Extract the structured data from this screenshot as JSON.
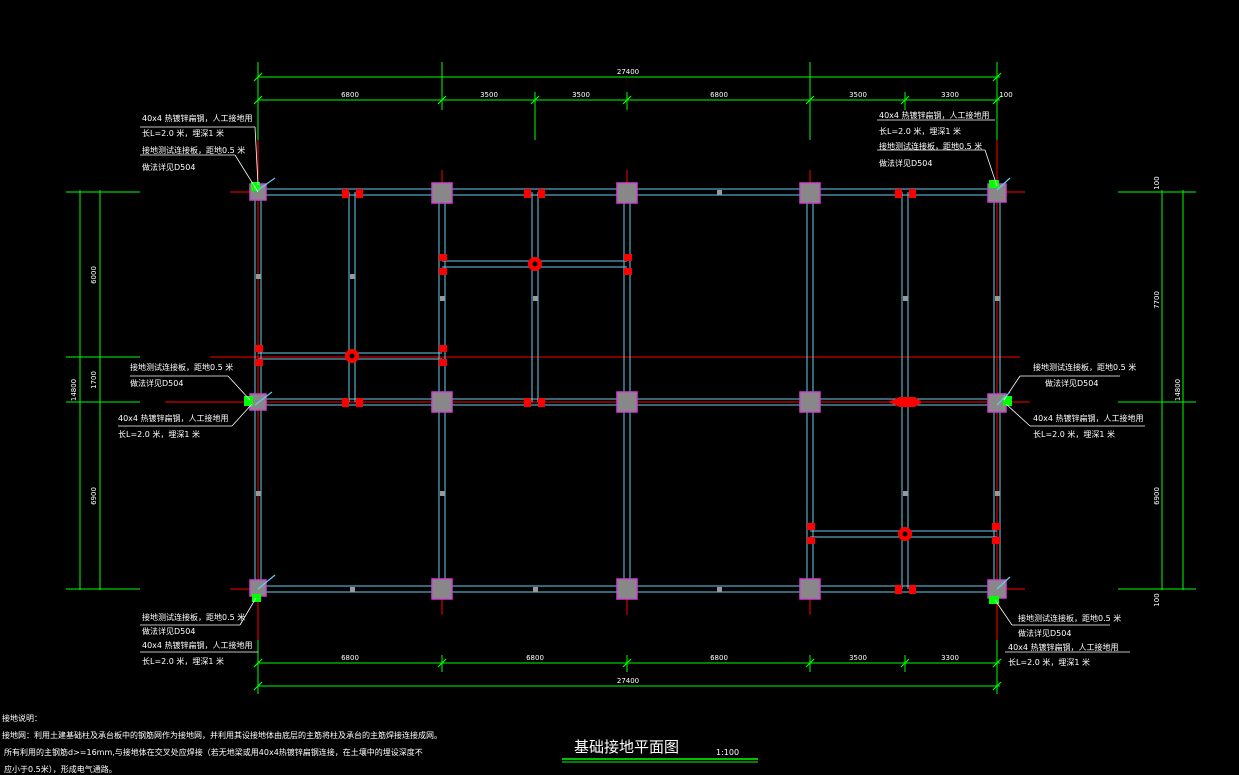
{
  "drawing": {
    "title": "基础接地平面图",
    "scale": "1:100",
    "colors": {
      "background": "#000000",
      "dimension_line": "#00ff00",
      "beam": "#66ccee",
      "axis_line": "#ff0000",
      "column_fill": "#888888",
      "column_border": "#cc44cc",
      "weld_point": "#ff0000",
      "ground_terminal": "#00ff00",
      "text": "#ffffff"
    }
  },
  "dimensions": {
    "top_total": "27400",
    "top_segments": [
      "6800",
      "3500",
      "3500",
      "6800",
      "3500",
      "3300"
    ],
    "top_right_small": "100",
    "bottom_total": "27400",
    "bottom_segments": [
      "6800",
      "6800",
      "6800",
      "3500",
      "3300"
    ],
    "left_total": "14800",
    "left_segments": [
      "6000",
      "1700",
      "6900"
    ],
    "right_total": "14800",
    "right_segments": [
      "7700",
      "6900"
    ],
    "right_small_top": "100",
    "right_small_bottom": "100"
  },
  "annotations": {
    "tl_line1": "40x4  热镀锌扁钢，人工接地用",
    "tl_line2": "长L=2.0  米，埋深1 米",
    "tl_line3": "接地测试连接板，距地0.5 米",
    "tl_line4": "做法详见D504",
    "tr_line1": "40x4  热镀锌扁钢，人工接地用",
    "tr_line2": "长L=2.0  米，埋深1 米",
    "tr_line3": "接地测试连接板，距地0.5 米",
    "tr_line4": "做法详见D504",
    "ml_line1": "接地测试连接板，距地0.5 米",
    "ml_line2": "做法详见D504",
    "ml_line3": "40x4  热镀锌扁钢，人工接地用",
    "ml_line4": "长L=2.0  米，埋深1 米",
    "mr_line1": "接地测试连接板，距地0.5 米",
    "mr_line2": "做法详见D504",
    "mr_line3": "40x4  热镀锌扁钢，人工接地用",
    "mr_line4": "长L=2.0  米，埋深1 米",
    "bl_line1": "接地测试连接板，距地0.5 米",
    "bl_line2": "做法详见D504",
    "bl_line3": "40x4  热镀锌扁钢，人工接地用",
    "bl_line4": "长L=2.0  米，埋深1 米",
    "br_line1": "接地测试连接板，距地0.5 米",
    "br_line2": "做法详见D504",
    "br_line3": "40x4  热镀锌扁钢，人工接地用",
    "br_line4": "长L=2.0  米，埋深1 米"
  },
  "notes": {
    "heading": "接地说明：",
    "line1": "接地网：利用土建基础柱及承台板中的钢筋网作为接地网，并利用其设接地体由底层的主筋将柱及承台的主筋焊接连接成网。",
    "line2": "所有利用的主钢筋d>=16mm,与接地体在交叉处应焊接（若无地梁或用40x4热镀锌扁钢连接，在土壤中的埋设深度不",
    "line3": "应小于0.5米），形成电气通路。"
  }
}
